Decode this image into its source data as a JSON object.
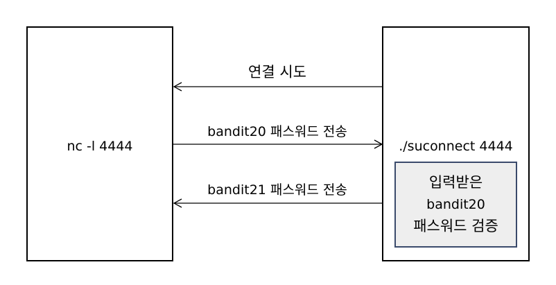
{
  "left_box": {
    "label": "nc -l 4444"
  },
  "right_box": {
    "label": "./suconnect 4444"
  },
  "verify_box": {
    "lines": [
      "입력받은",
      "bandit20",
      "패스워드 검증"
    ]
  },
  "arrows": [
    {
      "label": "연결 시도",
      "direction": "left"
    },
    {
      "label": "bandit20 패스워드 전송",
      "direction": "right"
    },
    {
      "label": "bandit21 패스워드 전송",
      "direction": "left"
    }
  ],
  "colors": {
    "line": "#000000",
    "verify_border": "#3a4a6b",
    "verify_fill": "#eeeeee"
  }
}
